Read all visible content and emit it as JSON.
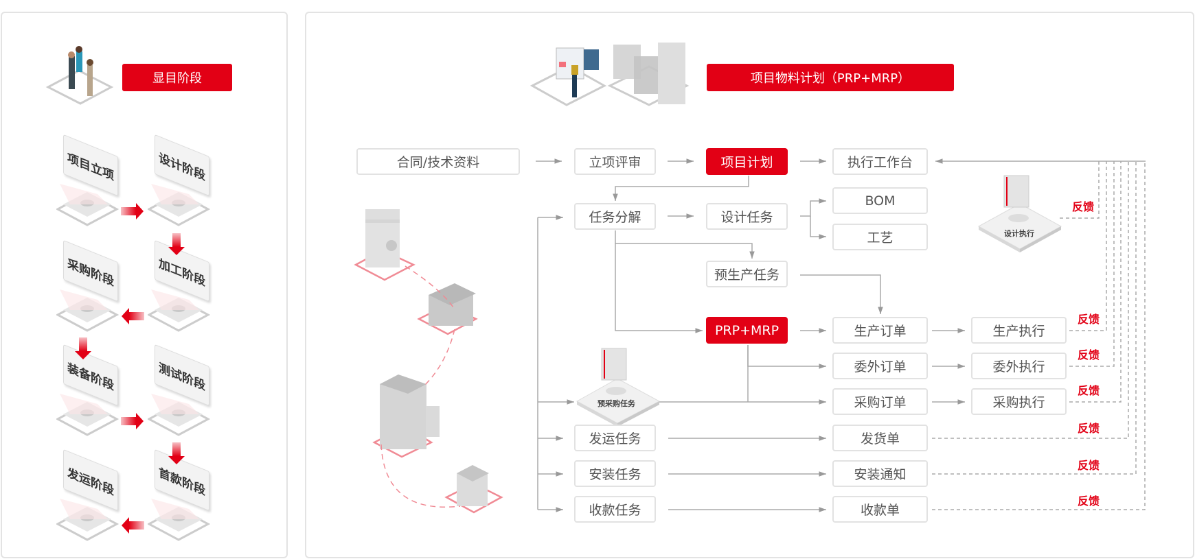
{
  "left_panel": {
    "title": "显目阶段",
    "stages": [
      {
        "label": "项目立项"
      },
      {
        "label": "设计阶段"
      },
      {
        "label": "加工阶段"
      },
      {
        "label": "采购阶段"
      },
      {
        "label": "装备阶段"
      },
      {
        "label": "测试阶段"
      },
      {
        "label": "首款阶段"
      },
      {
        "label": "发运阶段"
      }
    ]
  },
  "right_panel": {
    "title": "项目物料计划（PRP+MRP）",
    "nodes": {
      "contract": "合同/技术资料",
      "review": "立项评审",
      "plan": "项目计划",
      "workbench": "执行工作台",
      "decompose": "任务分解",
      "design_task": "设计任务",
      "bom": "BOM",
      "process": "工艺",
      "design_exec": "设计执行",
      "preprod_task": "预生产任务",
      "prp_mrp": "PRP+MRP",
      "prod_order": "生产订单",
      "prod_exec": "生产执行",
      "outsrc_order": "委外订单",
      "outsrc_exec": "委外执行",
      "purch_order": "采购订单",
      "purch_exec": "采购执行",
      "prepurch_task": "预采购任务",
      "ship_task": "发运任务",
      "ship_doc": "发货单",
      "install_task": "安装任务",
      "install_notice": "安装通知",
      "payment_task": "收款任务",
      "payment_doc": "收款单"
    },
    "feedback_label": "反馈",
    "feedback_count": 7
  },
  "colors": {
    "accent": "#e20015",
    "box_border": "#e2e2e2",
    "text": "#555555",
    "line": "#aaaaaa"
  }
}
